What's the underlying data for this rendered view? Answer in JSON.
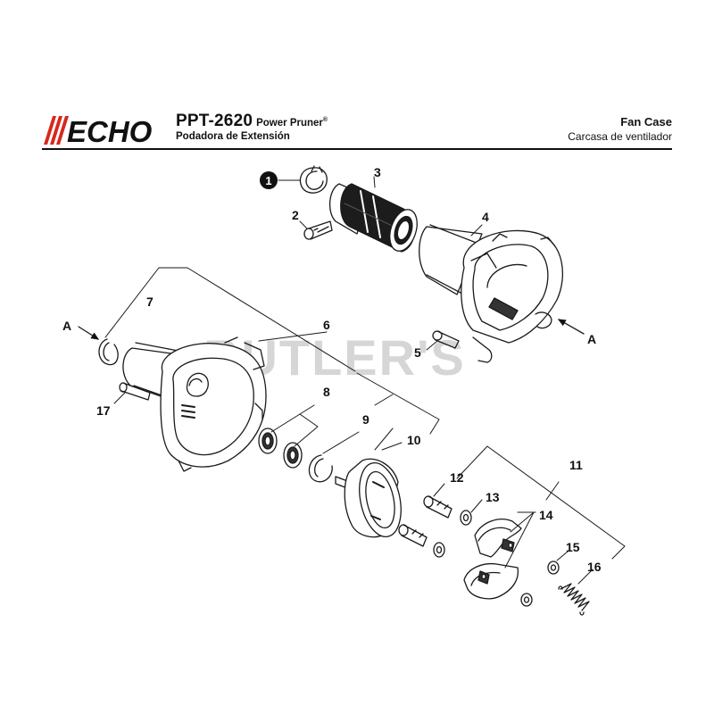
{
  "header": {
    "brand": "ECHO",
    "model": "PPT-2620",
    "model_name": "Power Pruner",
    "registered": "®",
    "model_name_es": "Podadora de Extensión",
    "section_title": "Fan Case",
    "section_title_es": "Carcasa de ventilador"
  },
  "watermark": "BUTLER'S",
  "callouts": {
    "p1": "1",
    "p2": "2",
    "p3": "3",
    "p4": "4",
    "p5": "5",
    "p6": "6",
    "p7": "7",
    "p8": "8",
    "p9": "9",
    "p10": "10",
    "p11": "11",
    "p12": "12",
    "p13": "13",
    "p14": "14",
    "p15": "15",
    "p16": "16",
    "p17": "17",
    "ref_a_left": "A",
    "ref_a_right": "A"
  },
  "colors": {
    "brand_red": "#d6281e",
    "line": "#1a1a1a",
    "watermark": "#d6d6d6"
  }
}
